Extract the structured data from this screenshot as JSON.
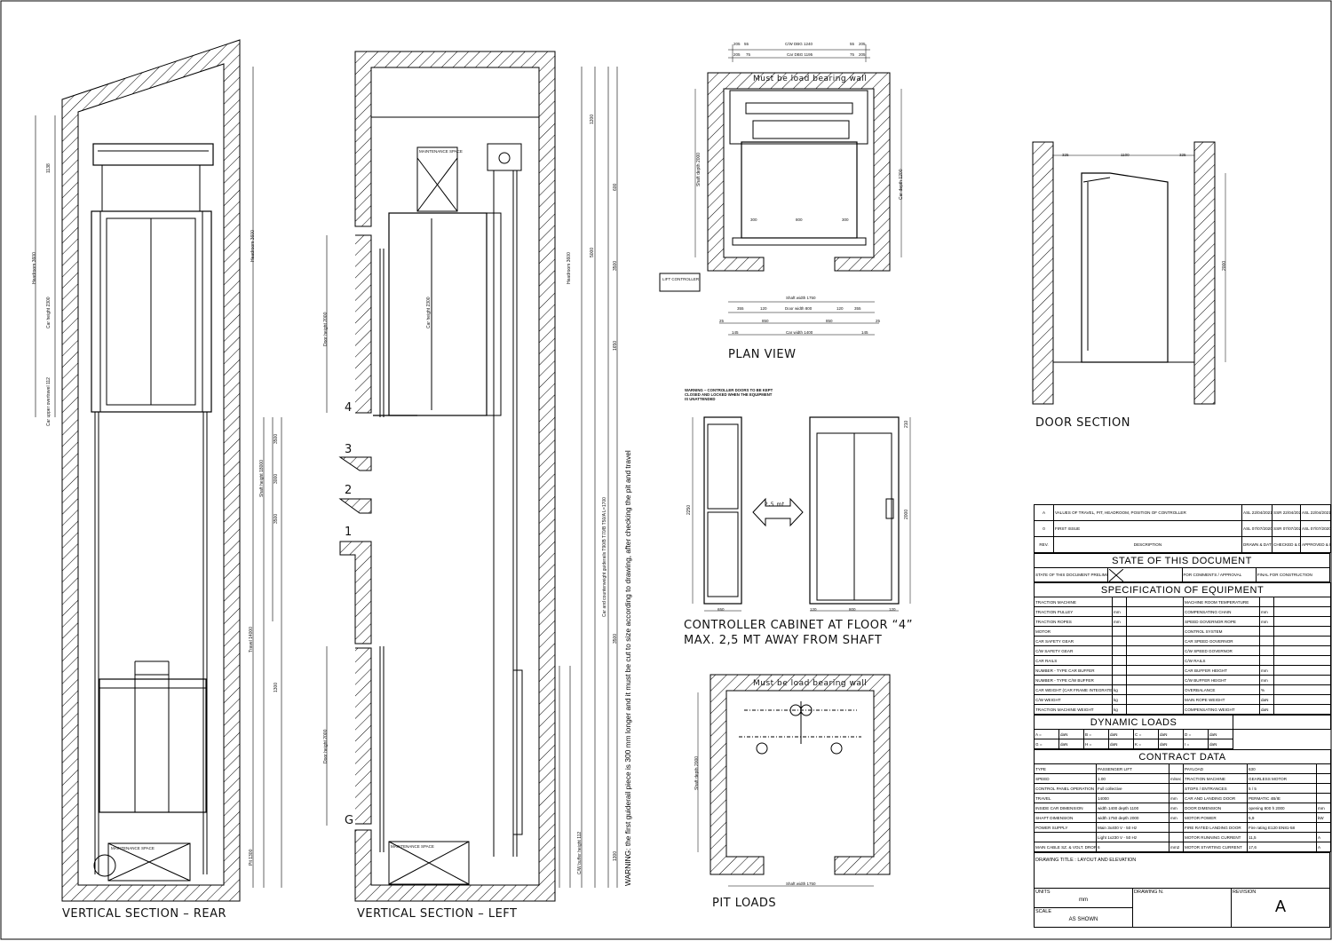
{
  "views": {
    "rear": "VERTICAL SECTION – REAR",
    "left": "VERTICAL SECTION – LEFT",
    "plan": "PLAN VIEW",
    "pit": "PIT LOADS",
    "door": "DOOR SECTION",
    "cabinet_line1": "CONTROLLER CABINET AT FLOOR “4”",
    "cabinet_line2": "MAX. 2,5 MT AWAY FROM SHAFT"
  },
  "floors": [
    "4",
    "3",
    "2",
    "1",
    "G"
  ],
  "notes": {
    "load_wall_plan": "Must be load bearing wall",
    "load_wall_pit": "Must be load bearing wall",
    "warning_rails": "WARNING: the first guiderail piece is 300 mm longer and it must be cut to size according to drawing, after checking the pit and travel",
    "controller_warning": "WARNING – CONTROLLER DOORS TO BE KEPT CLOSED AND LOCKED WHEN THE EQUIPMENT IS UNATTENDED",
    "arrow_distance": "2,5 mt",
    "maintenance_space": "MAINTENANCE SPACE",
    "lift_controller": "LIFT CONTROLLER"
  },
  "dims_rear": {
    "headroom": "Headroom 3600",
    "car_height": "Car height 2300",
    "car_upper_over": "Car upper overtravel 112",
    "shaft_height": "Shaft height 18000",
    "travel": "Travel 14000",
    "pit": "Pit 1300",
    "v1": "1138",
    "v2": "3500",
    "v3": "3000",
    "v4": "3500",
    "v5": "1300"
  },
  "dims_left": {
    "door_height_top": "Door height 2000",
    "car_height": "Car height 2300",
    "headroom": "Headroom 3600",
    "door_height_bottom": "Door height 2000",
    "car_guide": "Car and counterweight guiderails T90/B T70/B T50/A L=1700",
    "cw_buffer": "C/W buffer height 112",
    "v1": "1200",
    "v2": "600",
    "v3": "3500",
    "v4": "5000",
    "v5": "1650",
    "v6": "3500",
    "v7": "1300"
  },
  "dims_plan": {
    "cw_dbg": "C/W DBG 1240",
    "car_dbg": "Car DBG 1195",
    "t1": "205",
    "t2": "55",
    "t3": "55",
    "t4": "205",
    "t5": "205",
    "t6": "75",
    "t7": "75",
    "t8": "205",
    "shaft_depth": "Shaft depth 2000",
    "car_depth": "Car depth 1200",
    "door": "800",
    "door_side_a": "300",
    "door_side_b": "300",
    "shaft_width": "Shaft width 1750",
    "door_width": "Door width 800",
    "w355a": "355",
    "w120a": "120",
    "w120b": "120",
    "w355b": "355",
    "w25a": "25",
    "w850a": "850",
    "w850b": "850",
    "w25b": "25",
    "car_width": "Car width 1400",
    "w145a": "145",
    "w145b": "145"
  },
  "dims_cabinet": {
    "h": "2250",
    "w": "650",
    "h2": "2000",
    "a": "120",
    "b": "800",
    "c": "120",
    "top": "210"
  },
  "dims_pit": {
    "shaft_depth": "Shaft depth 2000",
    "shaft_width": "Shaft width 1750"
  },
  "dims_door": {
    "a": "325",
    "b": "1100",
    "c": "325",
    "h": "2000"
  },
  "title_block": {
    "revisions": [
      {
        "rev": "A",
        "desc": "VALUES OF TRAVEL, PIT, HEADROOM, POSITION OF CONTROLLER",
        "drawn": "ASL 22/04/2021",
        "checked": "SSR 22/04/2021",
        "approved": "ASL 22/04/2021"
      },
      {
        "rev": "0",
        "desc": "FIRST ISSUE",
        "drawn": "ASL 07/07/2020",
        "checked": "SSR 07/07/2020",
        "approved": "ASL 07/07/2020"
      }
    ],
    "hdr_rev": "REV.",
    "hdr_desc": "DESCRIPTION",
    "hdr_drawn": "DRAWN & DATE",
    "hdr_checked": "CHECKED & DATE",
    "hdr_approved": "APPROVED & DATE",
    "state_title": "STATE OF THIS DOCUMENT",
    "state_prelim": "STATE OF THIS DOCUMENT PRELIMINARY",
    "state_comments": "FOR COMMENTS / APPROVAL",
    "state_final": "FINAL FOR CONSTRUCTION",
    "spec_title": "SPECIFICATION OF EQUIPMENT",
    "spec_rows": [
      [
        "TRACTION MACHINE",
        "",
        "",
        "MACHINE ROOM TEMPERATURE",
        "",
        ""
      ],
      [
        "TRACTION PULLEY",
        "mm",
        "",
        "COMPENSATING CHAIN",
        "mm",
        ""
      ],
      [
        "TRACTION ROPES",
        "mm",
        "",
        "SPEED GOVERNOR ROPE",
        "mm",
        ""
      ],
      [
        "MOTOR",
        "",
        "",
        "CONTROL SYSTEM",
        "",
        ""
      ],
      [
        "CAR SAFETY GEAR",
        "",
        "",
        "CAR SPEED GOVERNOR",
        "",
        ""
      ],
      [
        "C/W SAFETY GEAR",
        "",
        "",
        "C/W SPEED GOVERNOR",
        "",
        ""
      ],
      [
        "CAR RAILS",
        "",
        "",
        "C/W RAILS",
        "",
        ""
      ],
      [
        "NUMBER - TYPE CAR BUFFER",
        "",
        "",
        "CAR BUFFER HEIGHT",
        "mm",
        ""
      ],
      [
        "NUMBER - TYPE C/W BUFFER",
        "",
        "",
        "C/W BUFFER HEIGHT",
        "mm",
        ""
      ],
      [
        "CAR WEIGHT (CAR FRAME INTEGRATED)",
        "kg",
        "",
        "OVERBALANCE",
        "%",
        ""
      ],
      [
        "C/W WEIGHT",
        "kg",
        "",
        "MAIN ROPE WEIGHT",
        "daN",
        ""
      ],
      [
        "TRACTION MACHINE WEIGHT",
        "kg",
        "",
        "COMPENSATING WEIGHT",
        "daN",
        ""
      ]
    ],
    "dyn_title": "DYNAMIC LOADS",
    "dyn_rows": [
      [
        "A =",
        "daN",
        "B =",
        "daN",
        "C =",
        "daN",
        "D =",
        "daN"
      ],
      [
        "G =",
        "daN",
        "H =",
        "daN",
        "K =",
        "daN",
        "I =",
        "daN"
      ]
    ],
    "contract_title": "CONTRACT DATA",
    "contract_rows": [
      [
        "TYPE",
        "PASSENGER LIFT",
        "",
        "PAYLOAD",
        "630",
        ""
      ],
      [
        "SPEED",
        "1.00",
        "m/sec",
        "TRACTION MACHINE",
        "GEARLESS MOTOR",
        ""
      ],
      [
        "CONTROL PANEL OPERATION",
        "Full collective",
        "",
        "STOPS / ENTRANCES",
        "5 / 5",
        ""
      ],
      [
        "TRAVEL",
        "14000",
        "mm",
        "CAR AND LANDING DOOR",
        "PERMATIC 4B/IE",
        ""
      ],
      [
        "INSIDE CAR DIMENSION",
        "width 1400  depth 1100",
        "mm",
        "DOOR DIMENSION",
        "opening 800 h 2000",
        "mm"
      ],
      [
        "SHAFT DIMENSION",
        "width 1750  depth 2000",
        "mm",
        "MOTOR POWER",
        "5,9",
        "kW"
      ],
      [
        "POWER SUPPLY",
        "Main 3x400 V - 50 Hz",
        "",
        "FIRE RATED LANDING DOOR",
        "Fire rating E120 EN81-58",
        ""
      ],
      [
        "",
        "Light 1x230 V - 50 Hz",
        "",
        "MOTOR RUNNING CURRENT",
        "11,5",
        "A"
      ],
      [
        "MAIN CABLE SZ. & VOLT. DROP",
        "6",
        "mm2",
        "MOTOR STARTING CURRENT",
        "17,6",
        "A"
      ]
    ],
    "drawing_title": "DRAWING TITLE : LAYOUT AND ELEVATION",
    "units_label": "UNITS",
    "units_value": "mm",
    "drawing_no_label": "DRAWING N.",
    "revision_label": "REVISION",
    "revision_value": "A",
    "scale_label": "SCALE",
    "scale_value": "AS SHOWN"
  }
}
